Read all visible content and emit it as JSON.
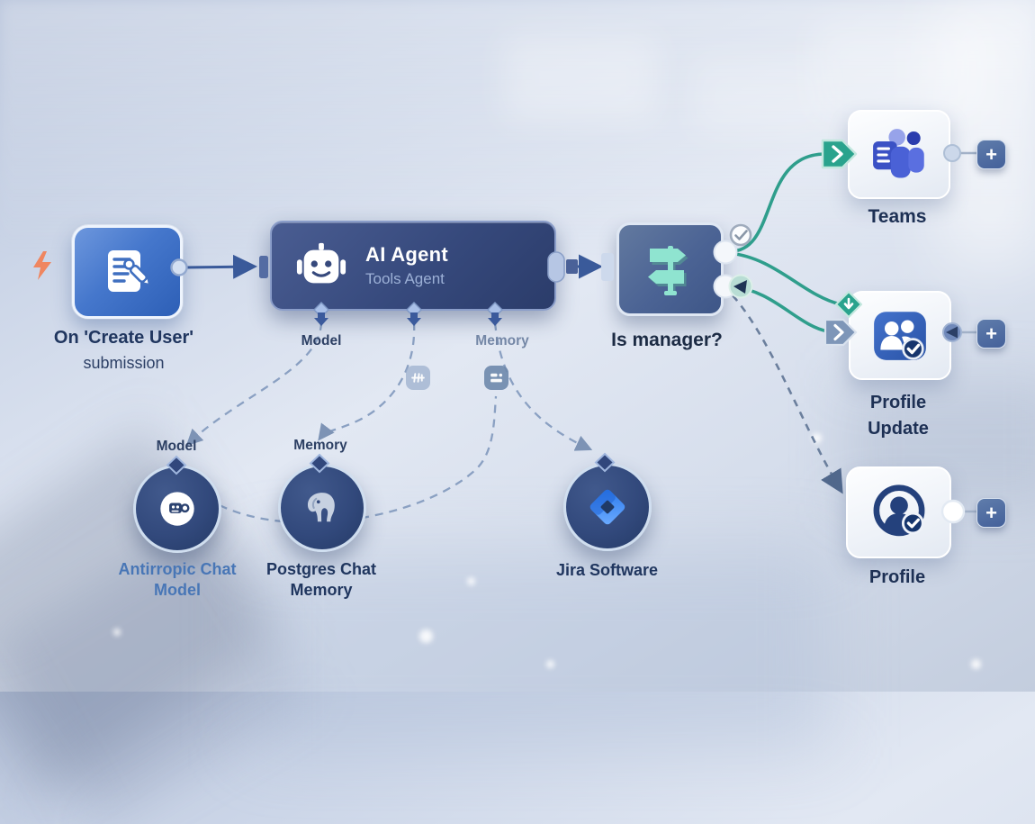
{
  "diagram": {
    "trigger": {
      "line1": "On 'Create User'",
      "line2": "submission",
      "icon": "form-document-pencil-icon"
    },
    "agent": {
      "title": "AI Agent",
      "subtitle": "Tools Agent",
      "icon": "robot-icon",
      "port_model": "Model",
      "port_memory": "Memory"
    },
    "switch": {
      "label": "Is manager?",
      "icon": "signpost-icon"
    },
    "teams": {
      "label": "Teams",
      "icon": "teams-icon"
    },
    "profile_update": {
      "line1": "Profile",
      "line2": "Update",
      "icon": "people-check-icon"
    },
    "profile": {
      "label": "Profile",
      "icon": "person-check-icon"
    },
    "chat_model": {
      "port": "Model",
      "line1": "Antirropic Chat",
      "line2": "Model",
      "icon": "chat-model-mug-icon"
    },
    "chat_memory": {
      "port": "Memory",
      "line1": "Postgres Chat",
      "line2": "Memory",
      "icon": "postgres-elephant-icon"
    },
    "jira": {
      "label": "Jira Software",
      "icon": "jira-diamond-icon"
    }
  },
  "ui": {
    "plus": "+"
  },
  "colors": {
    "background_top": "#b9c5dc",
    "background_light": "#e2e8f3",
    "trigger_blue": "#4577cc",
    "agent_navy": "#36497c",
    "switch_blue": "#4b6394",
    "signpost_mint": "#8fe4d0",
    "wire_solid_blue": "#3a5a9a",
    "wire_teal": "#2f9e8c",
    "wire_dashed_steel": "#8aa0c2",
    "wire_dashed_navy": "#6b7f9d",
    "label_navy": "#1d3054",
    "chat_model_label_blue": "#4876b6",
    "plus_button_blue": "#4d6b9f",
    "lightning_coral": "#ef8660"
  }
}
